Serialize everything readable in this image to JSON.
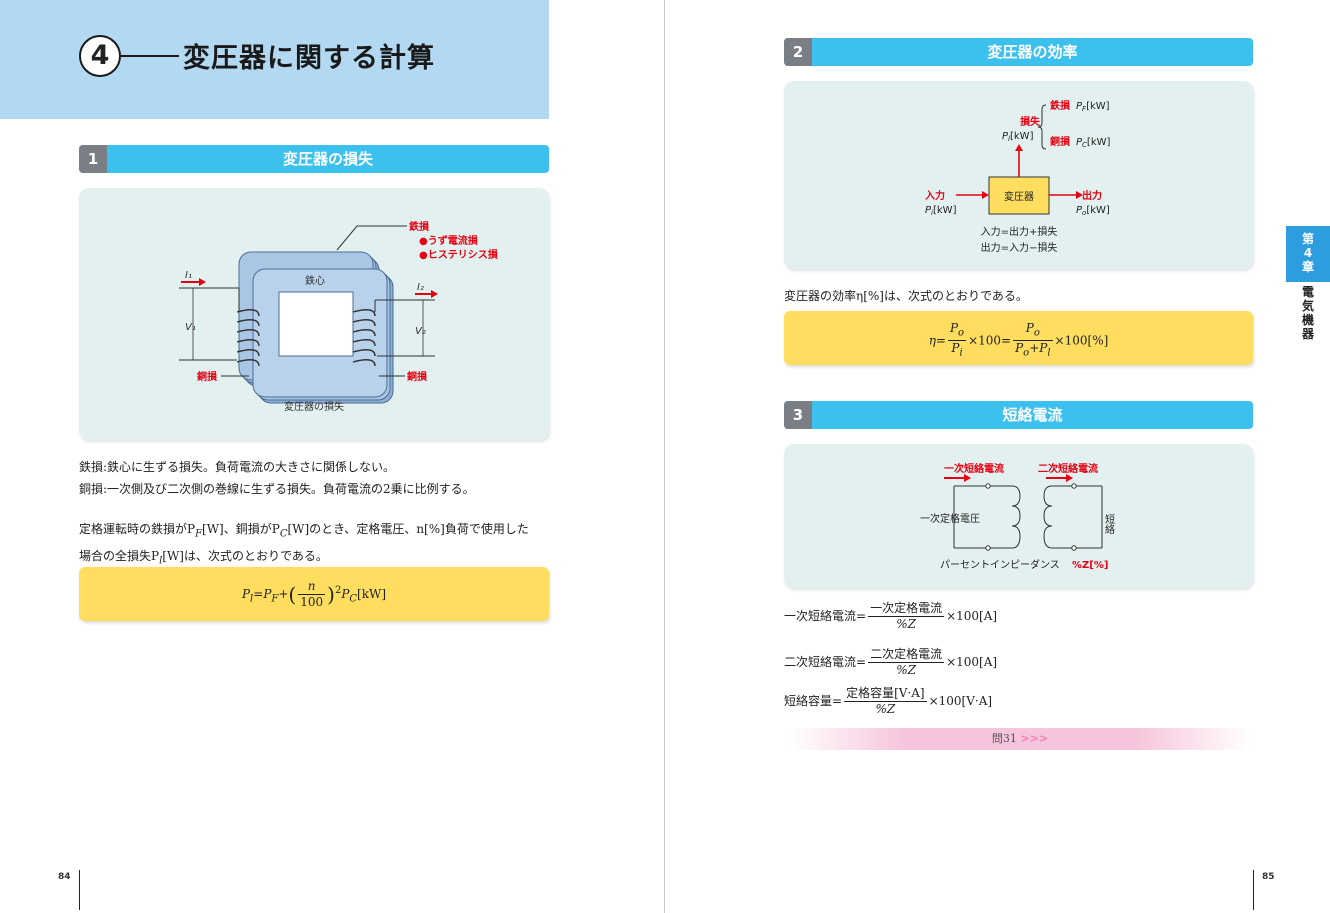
{
  "chapter": {
    "number": "4",
    "title": "変圧器に関する計算"
  },
  "section1": {
    "number": "1",
    "title": "変圧器の損失",
    "figure": {
      "caption": "変圧器の損失",
      "core_label": "鉄心",
      "iron_loss": "鉄損",
      "eddy_loss": "●うず電流損",
      "hysteresis_loss": "●ヒステリシス損",
      "copper_loss_left": "銅損",
      "copper_loss_right": "銅損",
      "i1": "I₁",
      "i2": "I₂",
      "v1": "V₁",
      "v2": "V₂"
    },
    "text1": "鉄損:鉄心に生ずる損失。負荷電流の大きさに関係しない。",
    "text2": "銅損:一次側及び二次側の巻線に生ずる損失。負荷電流の2乗に比例する。",
    "text3a": "定格運転時の鉄損がP",
    "text3a_sub": "F",
    "text3b": "[W]、銅損がP",
    "text3b_sub": "C",
    "text3c": "[W]のとき、定格電圧、n[%]負荷で使用した",
    "text4a": "場合の全損失P",
    "text4a_sub": "l",
    "text4b": "[W]は、次式のとおりである。",
    "formula": {
      "lhs": "P",
      "lhs_sub": "l",
      "eq": "=",
      "pf": "P",
      "pf_sub": "F",
      "plus": "+",
      "num": "n",
      "den": "100",
      "exp": "2",
      "pc": "P",
      "pc_sub": "C",
      "unit": "[kW]"
    }
  },
  "section2": {
    "number": "2",
    "title": "変圧器の効率",
    "figure": {
      "box_label": "変圧器",
      "input": "入力",
      "input_sym": "P",
      "input_sub": "i",
      "input_unit": "[kW]",
      "output": "出力",
      "output_sym": "P",
      "output_sub": "o",
      "output_unit": "[kW]",
      "loss": "損失",
      "loss_sym": "P",
      "loss_sub": "l",
      "loss_unit": "[kW]",
      "iron": "鉄損",
      "iron_sym": "P",
      "iron_sub": "F",
      "iron_unit": "[kW]",
      "copper": "銅損",
      "copper_sym": "P",
      "copper_sub": "C",
      "copper_unit": "[kW]",
      "rel1": "入力=出力+損失",
      "rel2": "出力=入力−損失"
    },
    "text": "変圧器の効率η[%]は、次式のとおりである。",
    "formula": {
      "eta": "η",
      "eq1": "=",
      "n1": "P",
      "n1_sub": "o",
      "d1": "P",
      "d1_sub": "i",
      "mul1": "×100=",
      "n2": "P",
      "n2_sub": "o",
      "d2a": "P",
      "d2a_sub": "o",
      "d2plus": "+",
      "d2b": "P",
      "d2b_sub": "l",
      "mul2": "×100",
      "unit": "[%]"
    }
  },
  "section3": {
    "number": "3",
    "title": "短絡電流",
    "figure": {
      "primary_current": "一次短絡電流",
      "secondary_current": "二次短絡電流",
      "primary_voltage": "一次定格電圧",
      "short": "短絡",
      "impedance": "パーセントインピーダンス",
      "impedance_sym": "%Z[%]"
    },
    "eq1": {
      "lhs": "一次短絡電流=",
      "num": "一次定格電流",
      "den": "%Z",
      "tail": "×100[A]"
    },
    "eq2": {
      "lhs": "二次短絡電流=",
      "num": "二次定格電流",
      "den": "%Z",
      "tail": "×100[A]"
    },
    "eq3": {
      "lhs": "短絡容量=",
      "num": "定格容量[V·A]",
      "den": "%Z",
      "tail": "×100[V·A]"
    },
    "problem_link": "問31"
  },
  "side_tab": {
    "line1": "第",
    "line2": "4",
    "line3": "章",
    "label1": "電",
    "label2": "気",
    "label3": "機",
    "label4": "器"
  },
  "pages": {
    "left": "84",
    "right": "85"
  },
  "colors": {
    "section_header": "#3cc0ee",
    "number_chip": "#7a7f85",
    "figure_bg": "#e2f1ef",
    "formula_bg": "#fedd5f",
    "chapter_band": "#b3d8f2",
    "red_label": "#e60012"
  }
}
